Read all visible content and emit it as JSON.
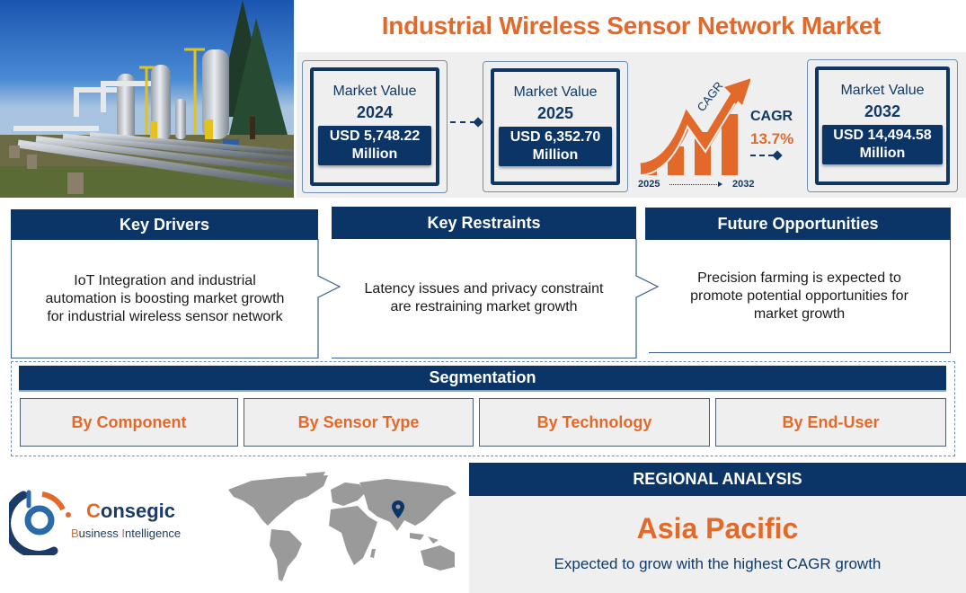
{
  "header": {
    "title": "Industrial Wireless Sensor Network Market",
    "photo_alt": "industrial-plant-photo"
  },
  "market_values": [
    {
      "label": "Market Value",
      "year": "2024",
      "value": "USD 5,748.22",
      "unit": "Million"
    },
    {
      "label": "Market Value",
      "year": "2025",
      "value": "USD 6,352.70",
      "unit": "Million"
    },
    {
      "label": "Market Value",
      "year": "2032",
      "value": "USD 14,494.58",
      "unit": "Million"
    }
  ],
  "cagr": {
    "graphic_text": "CAGR",
    "label": "CAGR",
    "value": "13.7%",
    "start_year": "2025",
    "end_year": "2032"
  },
  "panels": [
    {
      "title": "Key Drivers",
      "text": "IoT Integration and industrial automation is boosting market growth for industrial wireless sensor network"
    },
    {
      "title": "Key Restraints",
      "text": "Latency issues and privacy constraint are restraining market growth"
    },
    {
      "title": "Future Opportunities",
      "text": "Precision farming is expected to promote potential opportunities for market growth"
    }
  ],
  "segmentation": {
    "title": "Segmentation",
    "items": [
      "By Component",
      "By Sensor Type",
      "By Technology",
      "By End-User"
    ]
  },
  "logo": {
    "line1_first": "C",
    "line1_rest": "onsegic",
    "line2_b": "B",
    "line2_usiness": "usiness ",
    "line2_i": "I",
    "line2_ntelligence": "ntelligence"
  },
  "regional": {
    "title": "REGIONAL ANALYSIS",
    "region": "Asia Pacific",
    "description": "Expected to grow with the highest CAGR growth"
  },
  "colors": {
    "accent_orange": "#e2692a",
    "navy": "#0b3566",
    "light_gray": "#efefef",
    "map_gray": "#9a9a9a"
  }
}
